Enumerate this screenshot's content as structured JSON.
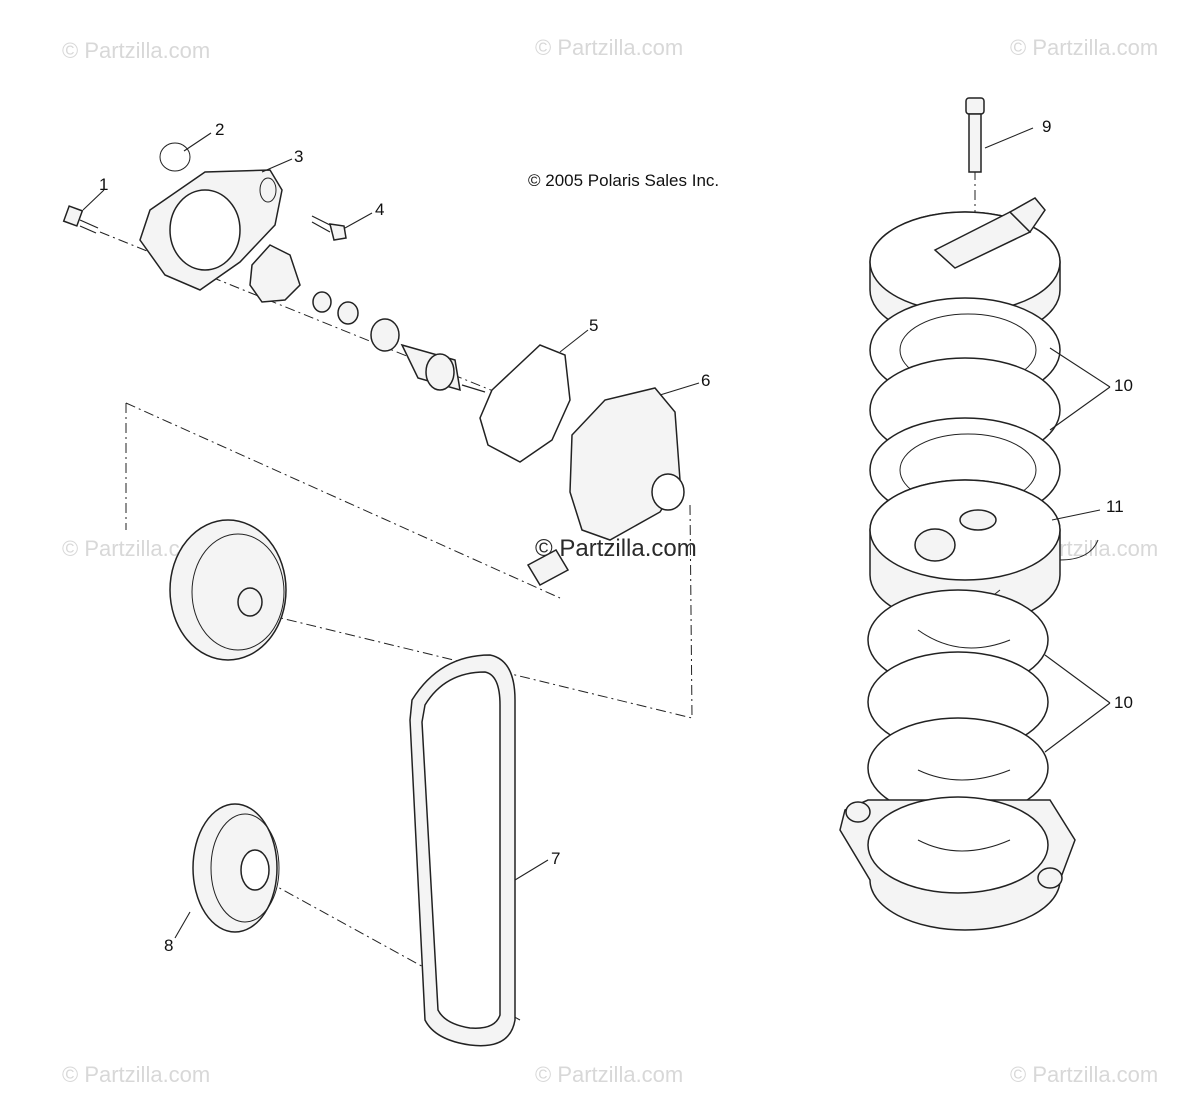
{
  "copyright": "© 2005 Polaris Sales Inc.",
  "watermark": "© Partzilla.com",
  "watermark_center": "© Partzilla.com",
  "callouts": {
    "c1": "1",
    "c2": "2",
    "c3": "3",
    "c4": "4",
    "c5": "5",
    "c6": "6",
    "c7": "7",
    "c8": "8",
    "c9": "9",
    "c10a": "10",
    "c10b": "10",
    "c11": "11"
  }
}
